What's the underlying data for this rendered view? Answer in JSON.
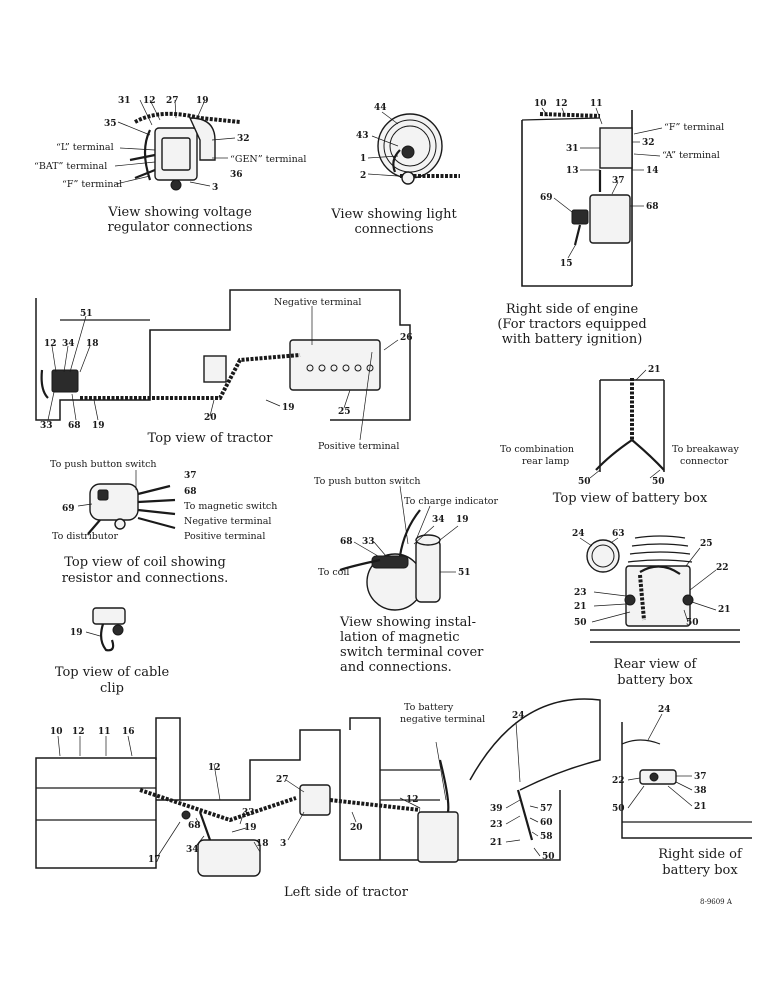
{
  "captions": {
    "voltage_regulator": [
      "View showing voltage",
      "regulator connections"
    ],
    "light": [
      "View showing light",
      "connections"
    ],
    "right_engine": [
      "Right side of engine",
      "(For tractors equipped",
      "with battery ignition)"
    ],
    "top_tractor": [
      "Top view of tractor"
    ],
    "top_battery_box": [
      "Top view of battery box"
    ],
    "coil": [
      "Top view of coil showing",
      "resistor and connections."
    ],
    "magnetic_switch": [
      "View showing instal-",
      "lation of magnetic",
      "switch terminal cover",
      "and connections."
    ],
    "rear_battery_box": [
      "Rear view of",
      "battery box"
    ],
    "cable_clip": [
      "Top view of cable",
      "clip"
    ],
    "left_tractor": [
      "Left side of tractor"
    ],
    "right_battery_box": [
      "Right side of",
      "battery box"
    ]
  },
  "labels": {
    "L_terminal": "“L” terminal",
    "BAT_terminal": "“BAT” terminal",
    "F_terminal_reg": "“F” terminal",
    "GEN_terminal": "“GEN” terminal",
    "F_terminal_eng": "“F” terminal",
    "A_terminal_eng": "“A” terminal",
    "negative_terminal": "Negative terminal",
    "positive_terminal": "Positive terminal",
    "to_combination_1": "To combination",
    "to_combination_2": "rear lamp",
    "to_breakaway_1": "To breakaway",
    "to_breakaway_2": "connector",
    "coil_push_button": "To push button switch",
    "coil_magnetic": "To magnetic switch",
    "coil_negative": "Negative terminal",
    "coil_positive": "Positive terminal",
    "coil_distributor": "To distributor",
    "ms_push_button": "To push button switch",
    "ms_charge": "To charge indicator",
    "ms_coil": "To coil",
    "to_battery_1": "To battery",
    "to_battery_2": "negative terminal",
    "figure_code": "8-9609 A"
  },
  "numbers": {
    "vr": [
      "31",
      "12",
      "27",
      "19",
      "35",
      "32",
      "36",
      "3"
    ],
    "light": [
      "44",
      "43",
      "1",
      "2"
    ],
    "eng": [
      "10",
      "12",
      "11",
      "32",
      "31",
      "13",
      "14",
      "37",
      "69",
      "68",
      "15"
    ],
    "top": [
      "51",
      "12",
      "34",
      "18",
      "33",
      "68",
      "19",
      "20",
      "19",
      "25",
      "26"
    ],
    "bbox_top": [
      "21",
      "50",
      "50"
    ],
    "coil": [
      "37",
      "68",
      "69"
    ],
    "ms": [
      "68",
      "33",
      "34",
      "19",
      "51"
    ],
    "rear": [
      "24",
      "63",
      "25",
      "22",
      "23",
      "21",
      "21",
      "50",
      "50"
    ],
    "clip": [
      "19"
    ],
    "left": [
      "10",
      "12",
      "11",
      "16",
      "12",
      "27",
      "33",
      "19",
      "68",
      "17",
      "34",
      "18",
      "3",
      "20",
      "12",
      "24",
      "39",
      "57",
      "23",
      "60",
      "58",
      "21",
      "50"
    ],
    "rside": [
      "24",
      "22",
      "37",
      "38",
      "50",
      "21"
    ]
  }
}
